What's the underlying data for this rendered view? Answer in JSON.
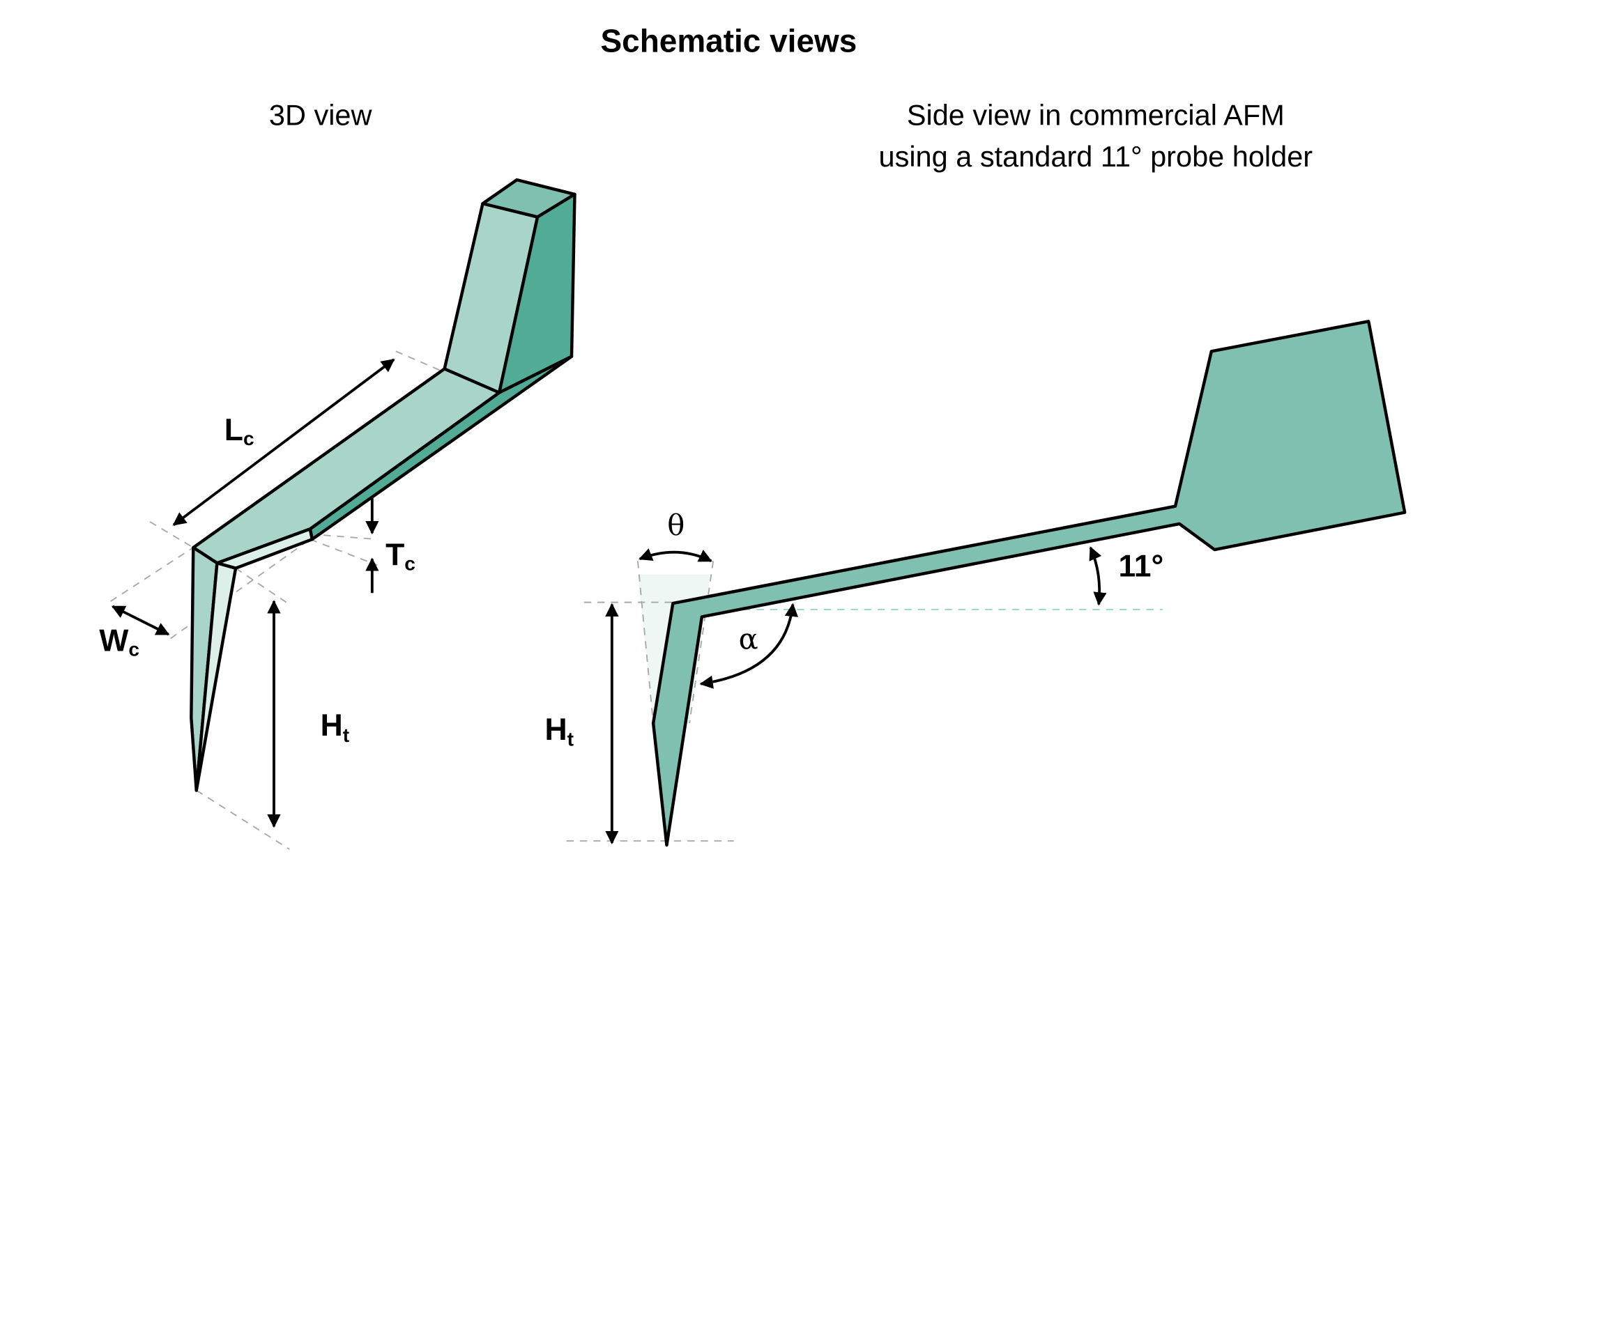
{
  "title": "Schematic views",
  "left_panel": {
    "heading": "3D view",
    "labels": {
      "length": "L",
      "length_sub": "c",
      "thickness": "T",
      "thickness_sub": "c",
      "width": "W",
      "width_sub": "c",
      "tip_height": "H",
      "tip_height_sub": "t"
    }
  },
  "right_panel": {
    "heading_line1": "Side view in commercial AFM",
    "heading_line2": "using a standard 11° probe holder",
    "labels": {
      "theta": "θ",
      "alpha": "α",
      "holder_angle": "11°",
      "tip_height": "H",
      "tip_height_sub": "t"
    }
  },
  "colors": {
    "light": "#a8d5c8",
    "mid": "#80c0b1",
    "dark": "#52ab95",
    "pale": "#dcefe9"
  }
}
